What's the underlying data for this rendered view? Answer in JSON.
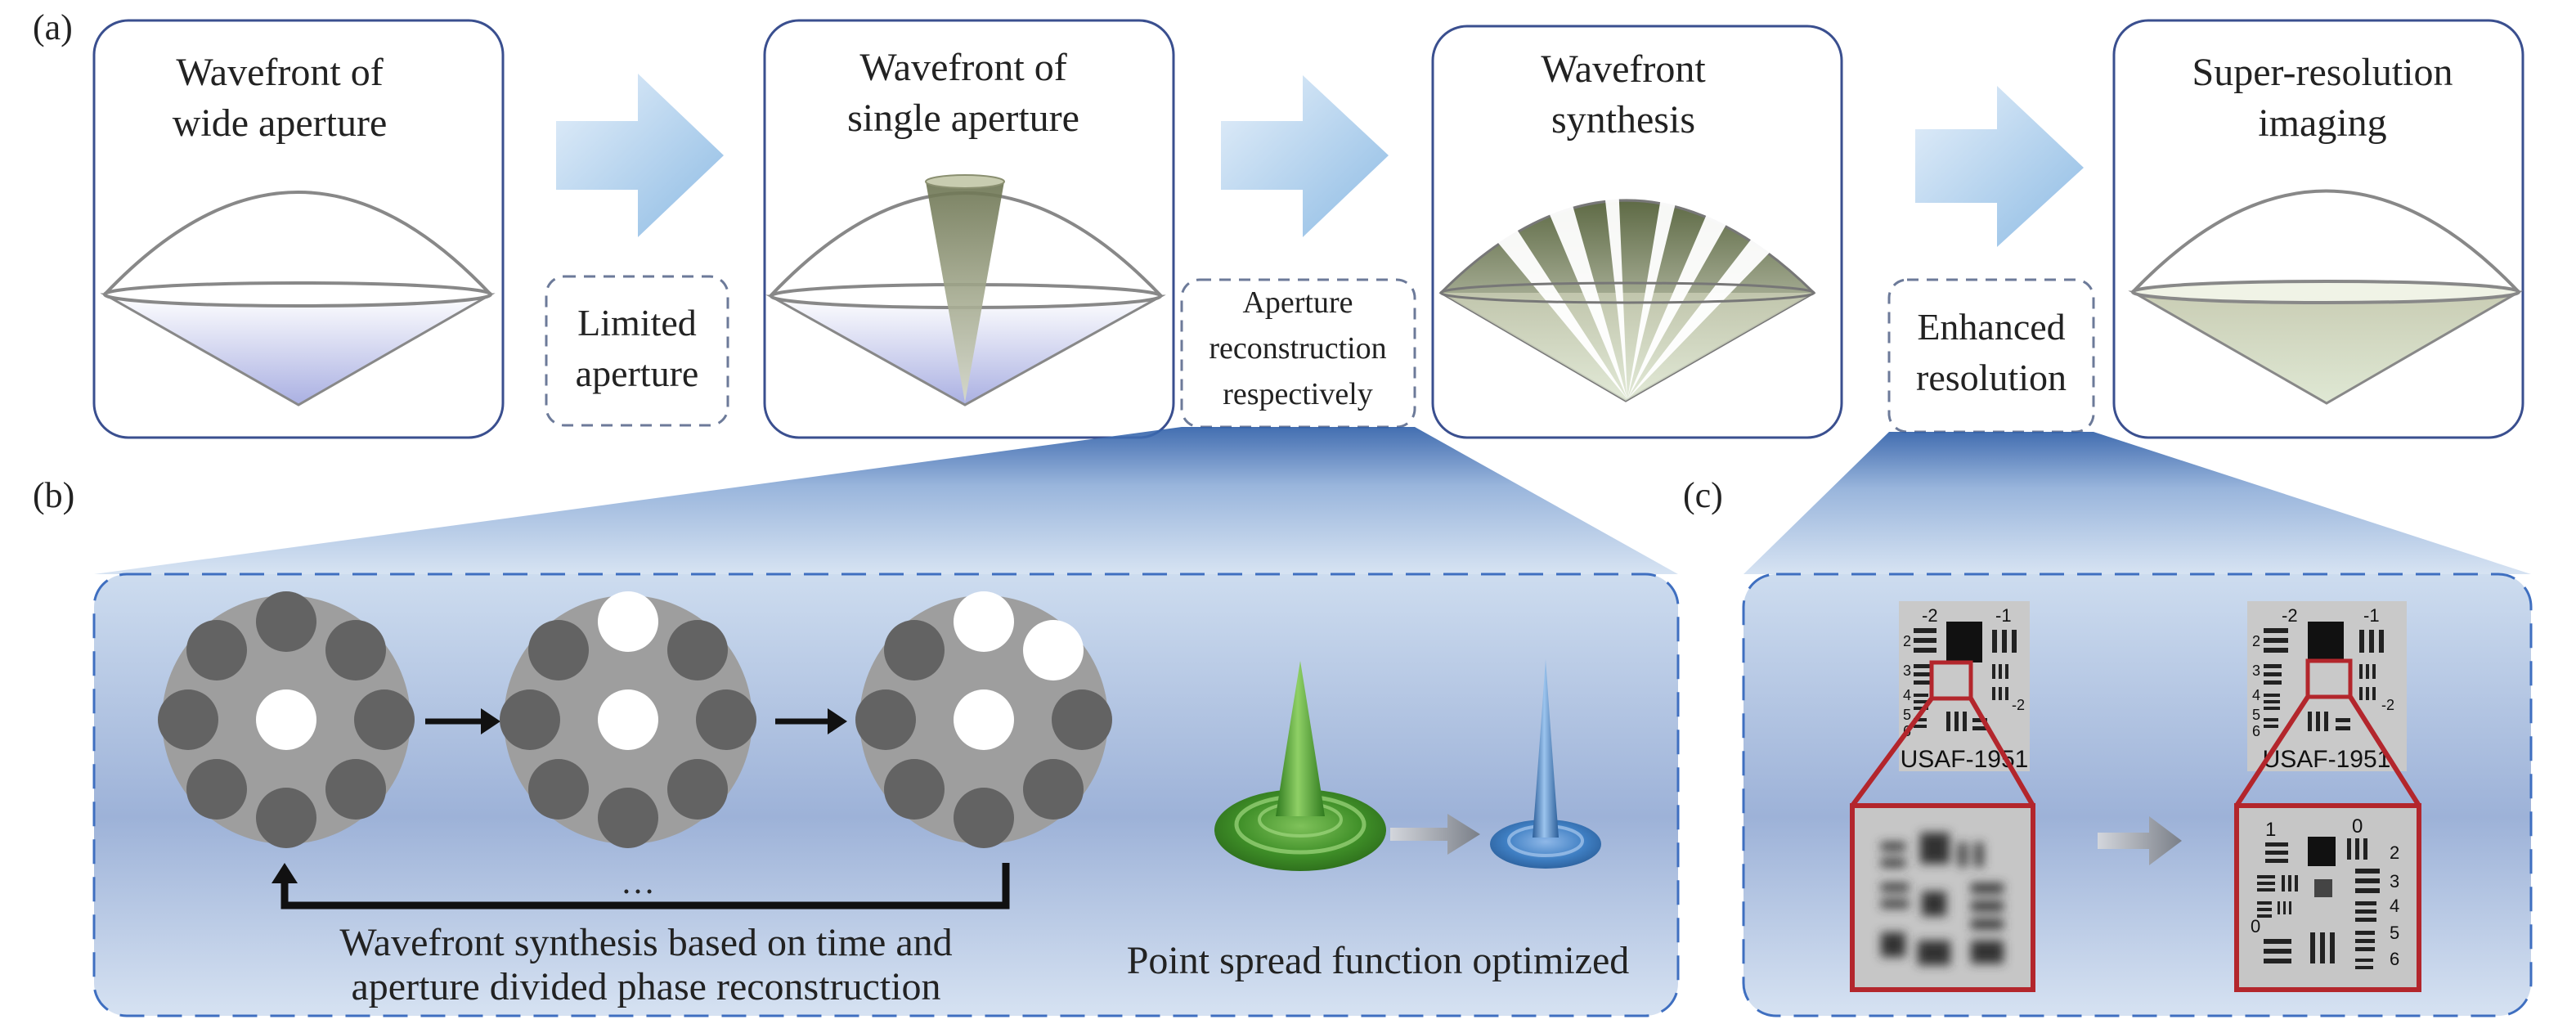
{
  "panel_labels": {
    "a": "(a)",
    "b": "(b)",
    "c": "(c)"
  },
  "steps": [
    {
      "title_line1": "Wavefront of",
      "title_line2": "wide aperture"
    },
    {
      "title_line1": "Wavefront of",
      "title_line2": "single aperture"
    },
    {
      "title_line1": "Wavefront",
      "title_line2": "synthesis"
    },
    {
      "title_line1": "Super-resolution",
      "title_line2": "imaging"
    }
  ],
  "transitions": [
    {
      "line1": "Limited",
      "line2": "aperture",
      "line3": ""
    },
    {
      "line1": "Aperture",
      "line2": "reconstruction",
      "line3": "respectively"
    },
    {
      "line1": "Enhanced",
      "line2": "resolution",
      "line3": ""
    }
  ],
  "panel_b": {
    "ellipsis": "…",
    "caption_line1": "Wavefront synthesis based on time and",
    "caption_line2": "aperture divided phase reconstruction",
    "psf_caption": "Point spread function optimized"
  },
  "panel_c": {
    "target_label": "USAF-1951",
    "group_labels": [
      "-2",
      "-1",
      "2",
      "3",
      "4",
      "5",
      "6",
      "-2"
    ],
    "zoom_labels": [
      "1",
      "0",
      "2",
      "3",
      "4",
      "5",
      "6",
      "0"
    ]
  },
  "colors": {
    "box_border": "#3a4f8f",
    "dashed_border": "#3f6fc0",
    "arrow_light": "#d9e8f6",
    "arrow_dark": "#8fb7e0",
    "red_frame": "#b3262c",
    "psf_green": "#4a9a2c",
    "psf_blue": "#3f7fc3"
  }
}
